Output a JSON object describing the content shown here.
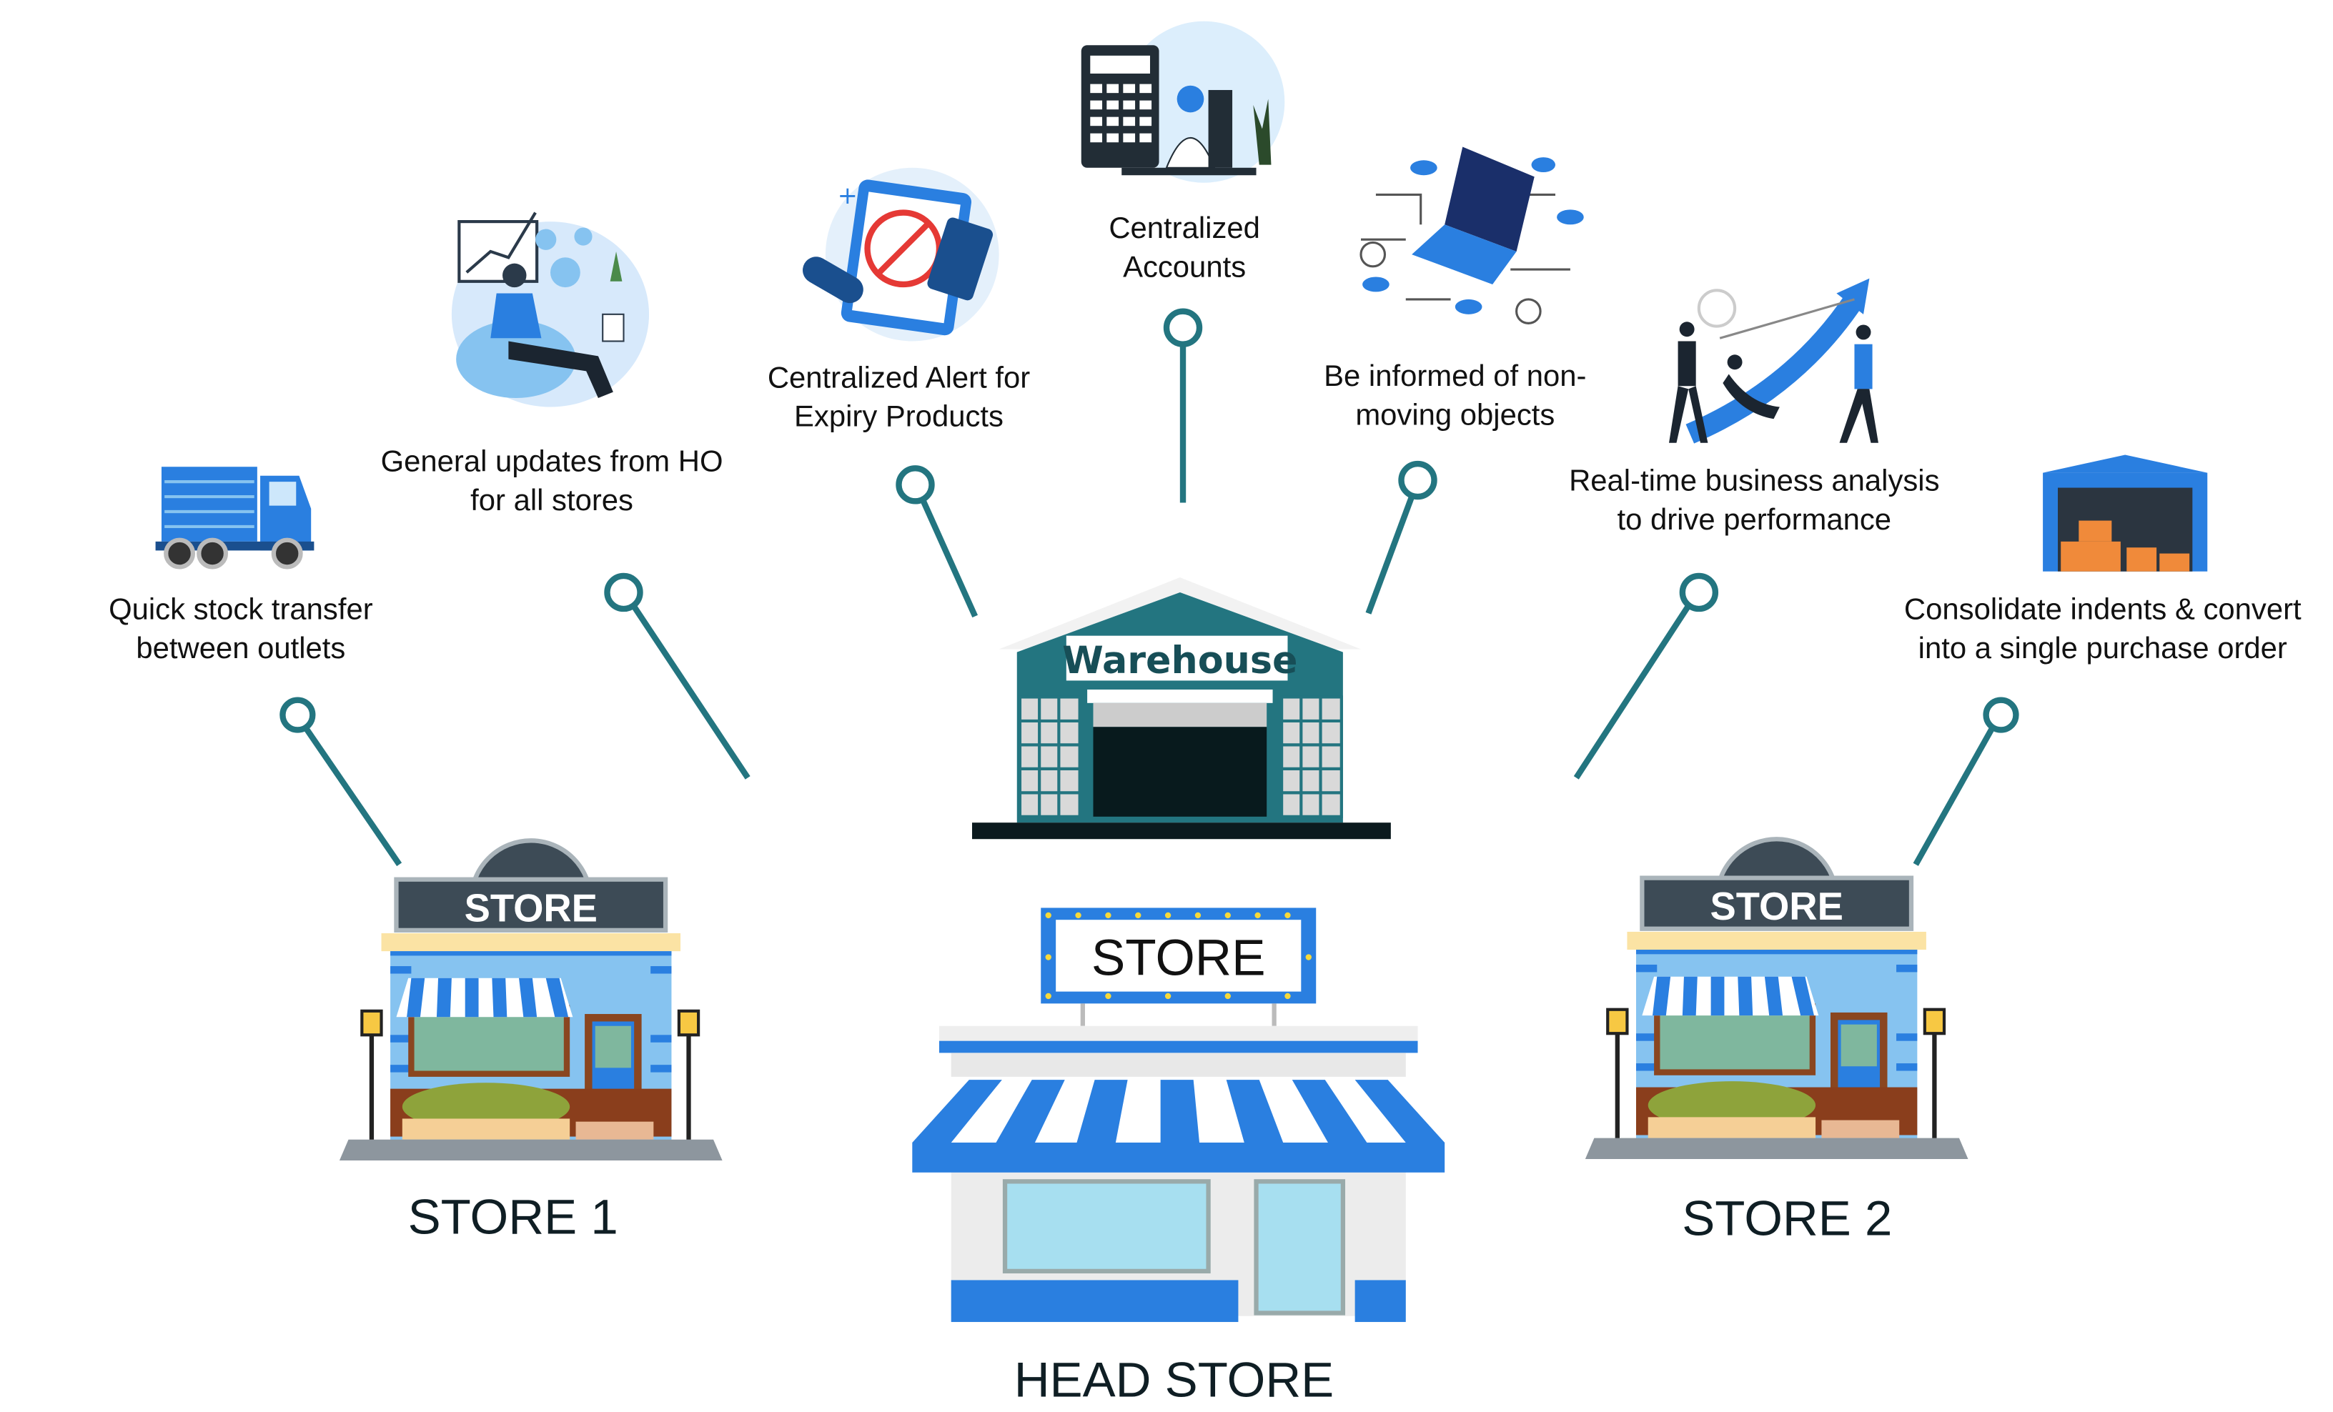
{
  "colors": {
    "connector": "#237580",
    "warehouse": "#237580",
    "store_blue": "#2a7fe0",
    "sign_dark": "#3d4b56"
  },
  "features": [
    {
      "icon": "truck-icon",
      "lines": [
        "Quick stock transfer",
        "between outlets"
      ]
    },
    {
      "icon": "growth-chart-person-icon",
      "lines": [
        "General updates from HO",
        "for all stores"
      ]
    },
    {
      "icon": "expiry-alert-clipboard-icon",
      "lines": [
        "Centralized Alert for",
        "Expiry Products"
      ]
    },
    {
      "icon": "calculator-accountant-icon",
      "lines": [
        "Centralized",
        "Accounts"
      ]
    },
    {
      "icon": "laptop-network-icon",
      "lines": [
        "Be informed of non-",
        "moving objects"
      ]
    },
    {
      "icon": "business-growth-team-icon",
      "lines": [
        "Real-time business analysis",
        "to drive performance"
      ]
    },
    {
      "icon": "warehouse-boxes-icon",
      "lines": [
        "Consolidate indents & convert",
        "into a single purchase order"
      ]
    }
  ],
  "warehouse": {
    "sign": "Warehouse"
  },
  "store1": {
    "sign": "STORE",
    "label": "STORE 1"
  },
  "store2": {
    "sign": "STORE",
    "label": "STORE 2"
  },
  "head_store": {
    "sign": "STORE",
    "label": "HEAD STORE"
  }
}
